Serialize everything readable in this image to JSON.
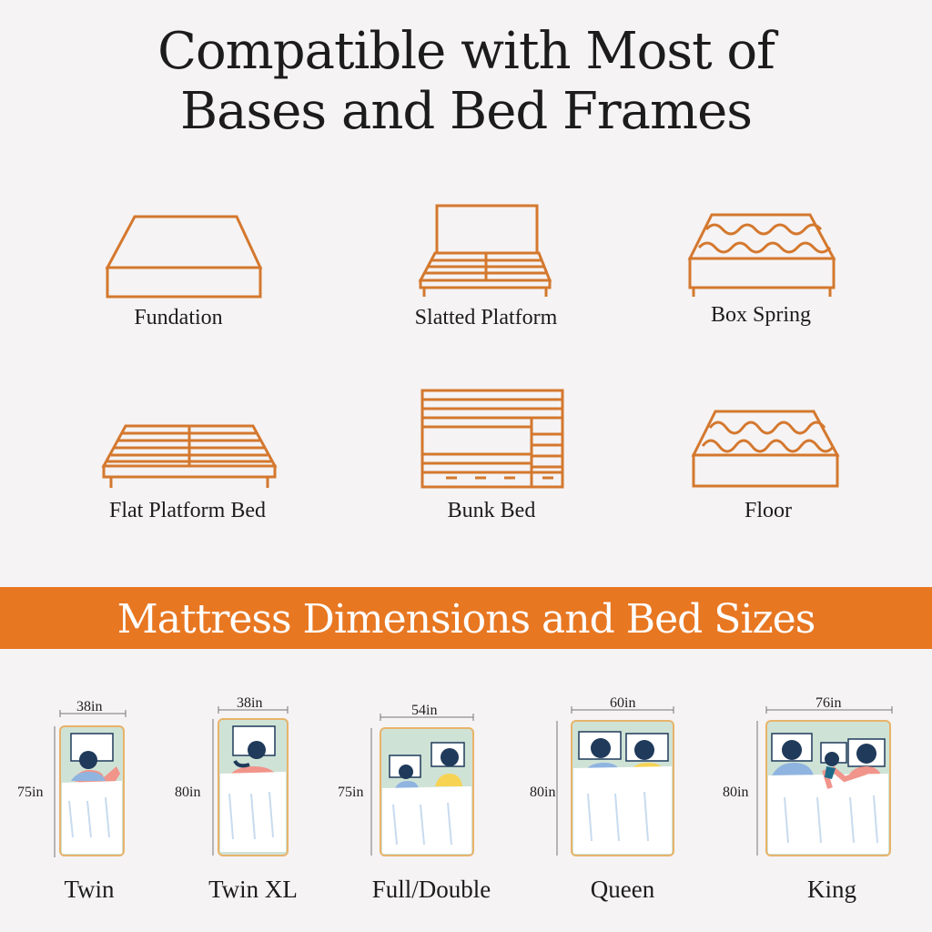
{
  "title": {
    "line1": "Compatible with Most of",
    "line2": "Bases and Bed Frames"
  },
  "bases": [
    {
      "label": "Fundation",
      "icon": "foundation-icon"
    },
    {
      "label": "Slatted Platform",
      "icon": "slatted-platform-icon"
    },
    {
      "label": "Box Spring",
      "icon": "box-spring-icon"
    },
    {
      "label": "Flat Platform Bed",
      "icon": "flat-platform-bed-icon"
    },
    {
      "label": "Bunk Bed",
      "icon": "bunk-bed-icon"
    },
    {
      "label": "Floor",
      "icon": "floor-icon"
    }
  ],
  "banner": {
    "text": "Mattress Dimensions and Bed Sizes"
  },
  "sizes": [
    {
      "label": "Twin",
      "width": "38in",
      "length": "75in"
    },
    {
      "label": "Twin XL",
      "width": "38in",
      "length": "80in"
    },
    {
      "label": "Full/Double",
      "width": "54in",
      "length": "75in"
    },
    {
      "label": "Queen",
      "width": "60in",
      "length": "80in"
    },
    {
      "label": "King",
      "width": "76in",
      "length": "80in"
    }
  ],
  "colors": {
    "accent": "#e87722",
    "icon_stroke": "#d4782e",
    "head": "#1f3a5a",
    "sheet": "#ffffff",
    "pillow_area": "#cfe2d6",
    "frame": "#e8b36a"
  }
}
